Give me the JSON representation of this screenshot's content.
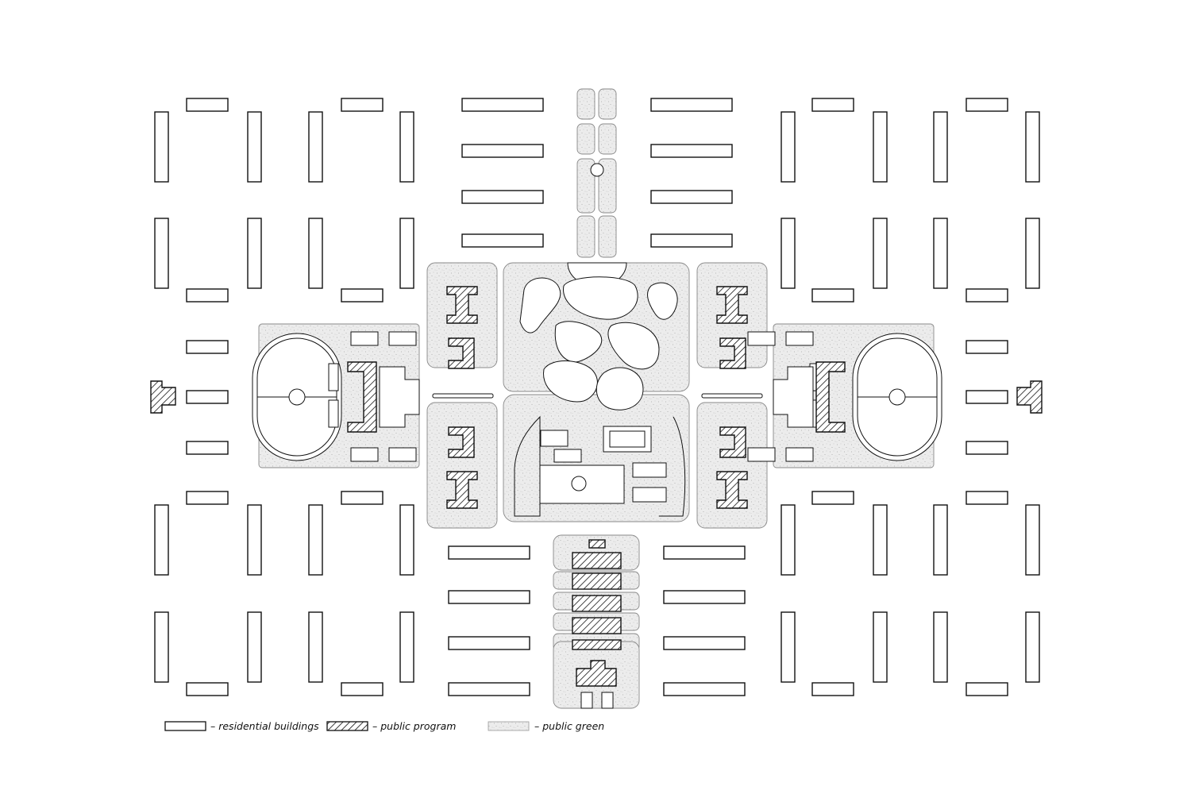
{
  "legend": {
    "residential": "– residential buildings",
    "public_program": "– public program",
    "public_green": "– public green"
  },
  "colors": {
    "stroke": "#111111",
    "green_fill": "#ececec",
    "green_speckle": "#9a9a9a",
    "background": "#ffffff",
    "hatch": "#111111"
  }
}
